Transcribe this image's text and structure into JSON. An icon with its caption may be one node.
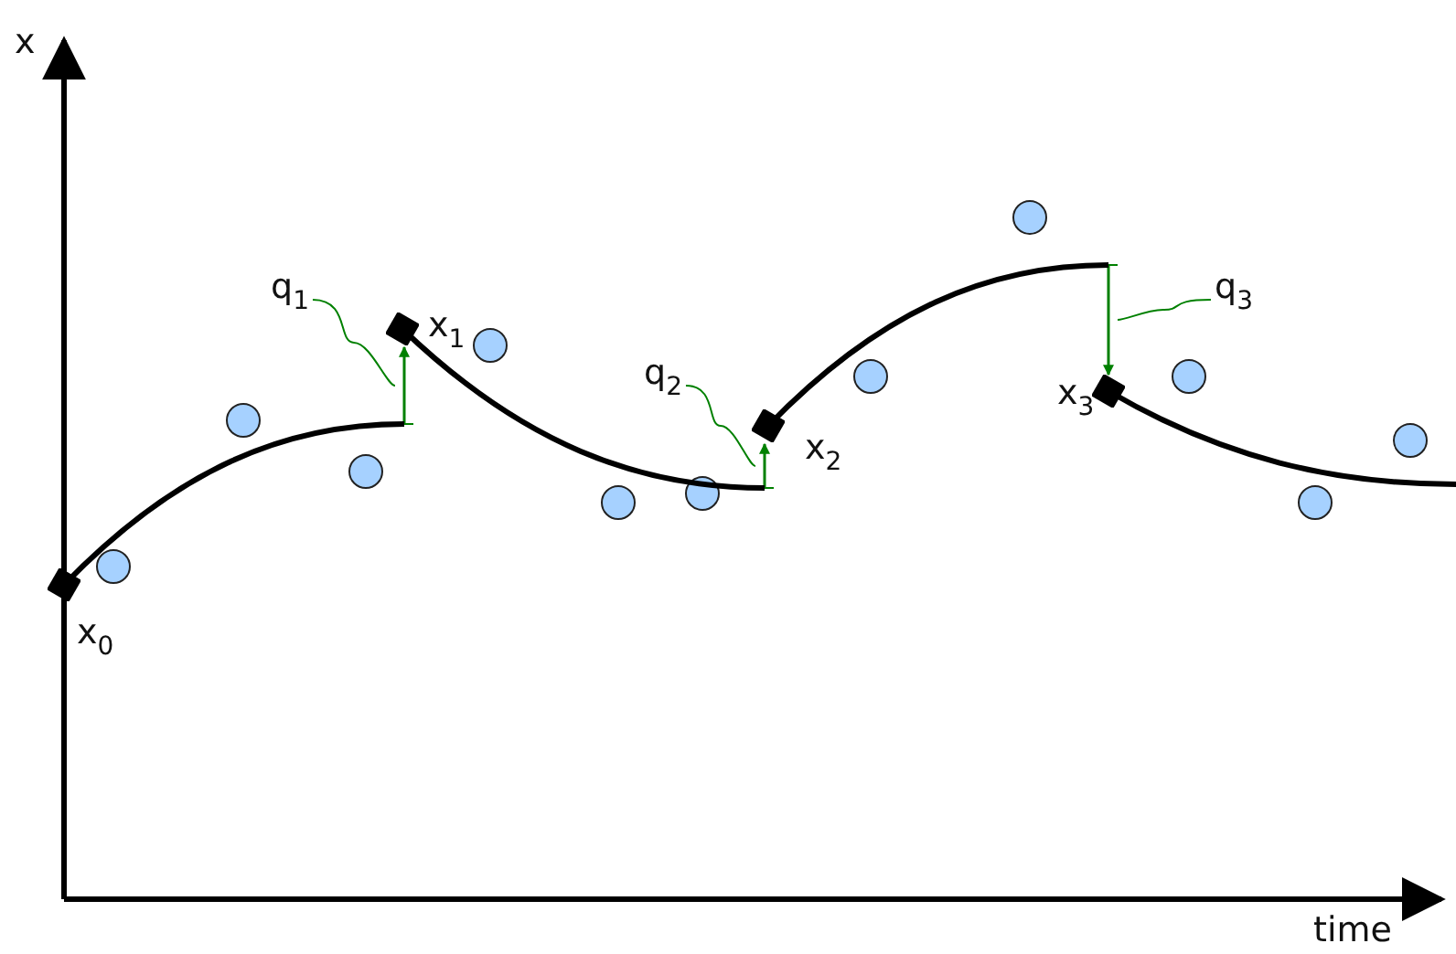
{
  "diagram": {
    "nodes": [
      {
        "text": [],
        "shape": "box",
        "beside": [
          "x$_{0}$"
        ]
      },
      {
        "text": [],
        "shape": "box",
        "beside": [
          "x$_{1}$"
        ]
      },
      {
        "text": [],
        "shape": "box",
        "beside": [
          "x$_{2}$"
        ]
      },
      {
        "text": [],
        "shape": "box",
        "beside": [
          "x$_{3}$"
        ]
      },
      {
        "text": [
          "q$_{1}$"
        ]
      },
      {
        "text": [
          "q$_{2}$"
        ]
      },
      {
        "text": [
          "q$_{3}$"
        ]
      },
      {
        "text": [],
        "shape": "arrow"
      },
      {
        "text": [],
        "shape": "arrow"
      },
      {
        "text": [],
        "shape": "arrow"
      }
    ],
    "edges": [
      {
        "from": 0,
        "to": 7,
        "arrow": "none"
      },
      {
        "from": 1,
        "to": 8,
        "arrow": "none"
      },
      {
        "from": 2,
        "to": 9,
        "arrow": "none"
      },
      {
        "from": 3,
        "to": null,
        "arrow": "none"
      },
      {
        "from": 4,
        "to": 7,
        "arrow": "none",
        "color": "#008000"
      },
      {
        "from": 5,
        "to": 8,
        "arrow": "none",
        "color": "#008000"
      },
      {
        "from": 6,
        "to": 9,
        "arrow": "none",
        "color": "#008000"
      }
    ],
    "labels": [
      "x",
      "time"
    ]
  }
}
